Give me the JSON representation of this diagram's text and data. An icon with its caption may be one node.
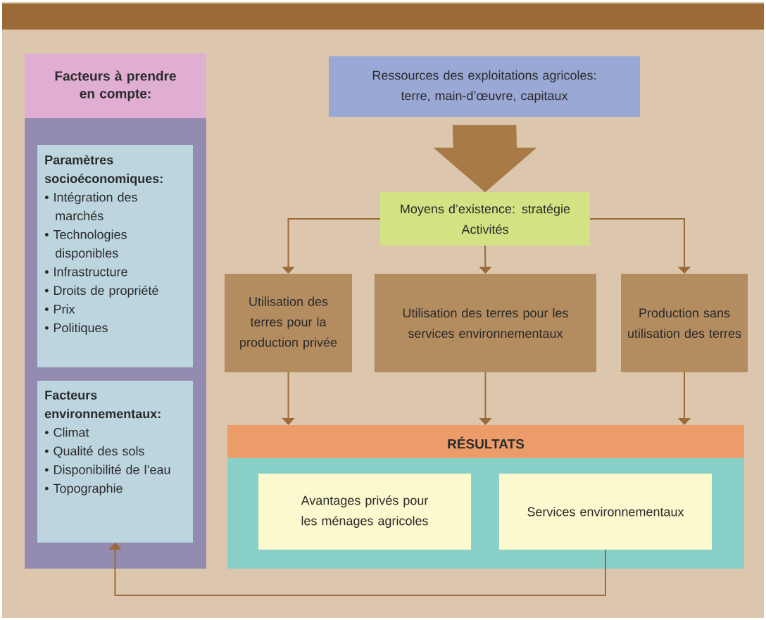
{
  "diagram": {
    "nodes": [
      {
        "text": [
          "Facteurs à prendre en compte:"
        ]
      },
      {
        "text": [
          "Paramètres socioéconomiques:",
          "• Intégration des marchés",
          "• Technologies disponibles",
          "• Infrastructure",
          "• Droits de propriété",
          "• Prix",
          "• Politiques"
        ],
        "in": 0
      },
      {
        "text": [
          "Facteurs environnementaux:",
          "• Climat",
          "• Qualité des sols",
          "• Disponibilité de l’eau",
          "• Topographie"
        ],
        "in": 0
      },
      {
        "text": [
          "Ressources des exploitations agricoles: terre, main-d’œuvre, capitaux"
        ]
      },
      {
        "text": [
          "Moyens d’existence: stratégie",
          "Activités"
        ]
      },
      {
        "text": [
          "Utilisation des terres pour la production privée"
        ]
      },
      {
        "text": [
          "Utilisation des terres pour les services environnementaux"
        ]
      },
      {
        "text": [
          "Production sans utilisation des terres"
        ]
      },
      {
        "text": [
          "RÉSULTATS"
        ]
      },
      {
        "text": [
          "Avantages privés pour les ménages agricoles"
        ],
        "in": 8
      },
      {
        "text": [
          "Services environnementaux"
        ],
        "in": 8
      },
      {
        "text": [],
        "shape": "bar"
      }
    ],
    "edges": [
      {
        "from": 3,
        "to": 4,
        "arrow": "to",
        "style": "thick"
      },
      {
        "from": 4,
        "to": 5,
        "arrow": "to"
      },
      {
        "from": 4,
        "to": 6,
        "arrow": "to"
      },
      {
        "from": 4,
        "to": 7,
        "arrow": "to"
      },
      {
        "from": 5,
        "to": 8,
        "arrow": "to"
      },
      {
        "from": 6,
        "to": 8,
        "arrow": "to"
      },
      {
        "from": 7,
        "to": 8,
        "arrow": "to"
      },
      {
        "from": 10,
        "to": 2,
        "arrow": "to"
      }
    ]
  }
}
